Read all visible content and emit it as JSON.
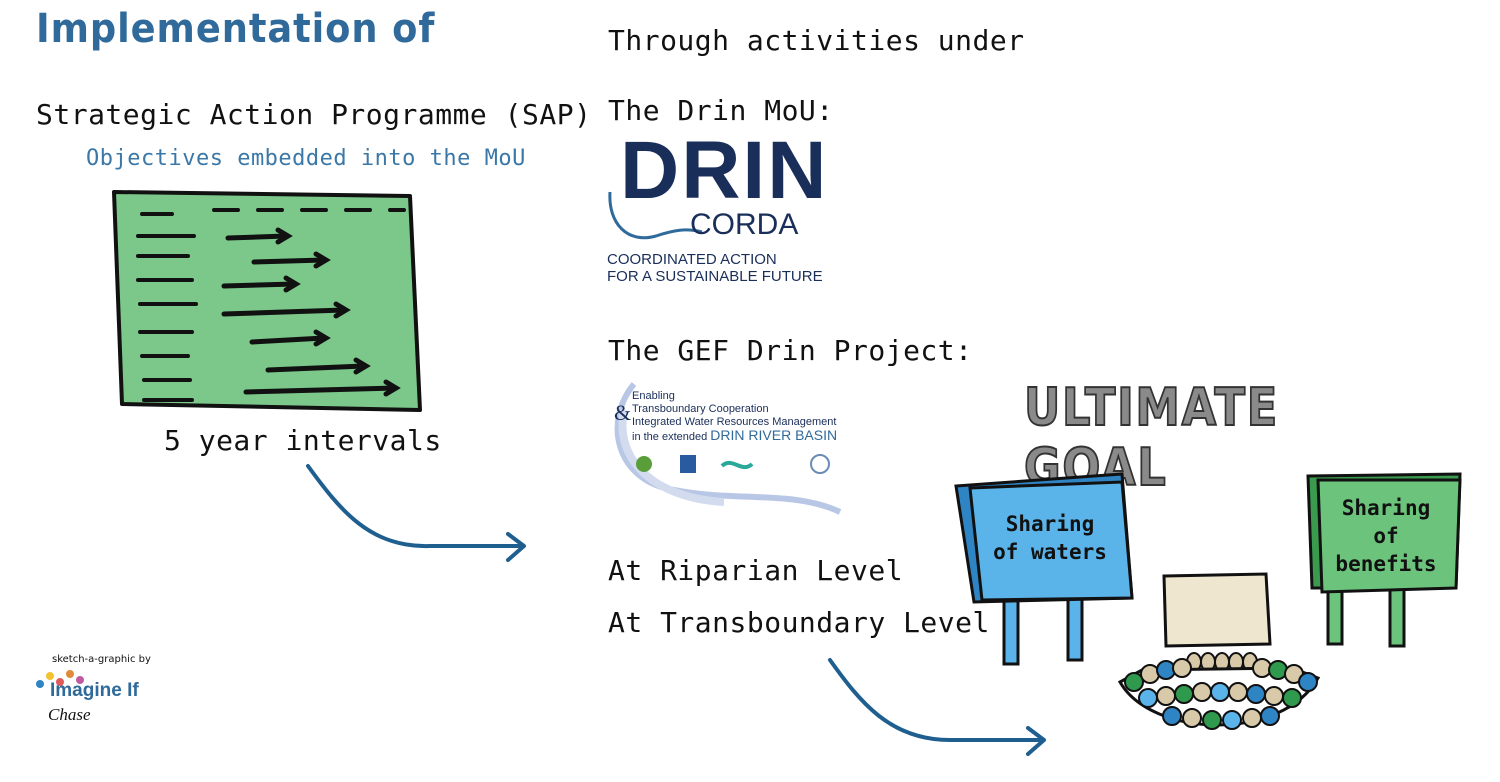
{
  "left": {
    "title": "Implementation of",
    "sap": "Strategic Action Programme (SAP)",
    "objectives": "Objectives embedded into the MoU",
    "intervals": "5 year intervals"
  },
  "middle": {
    "through": "Through activities under",
    "mou_heading": "The Drin MoU:",
    "drin_logo": {
      "name": "DRIN",
      "sub": "CORDA",
      "tagline_1": "COORDINATED ACTION",
      "tagline_2": "FOR A SUSTAINABLE FUTURE"
    },
    "gef_heading": "The GEF Drin Project:",
    "gef_logo": {
      "amp": "&",
      "line_1": "Enabling",
      "line_2": "Transboundary Cooperation",
      "line_3": "Integrated Water Resources Management",
      "line_4": "in the extended",
      "basin": "DRIN RIVER BASIN"
    },
    "riparian": "At Riparian Level",
    "transboundary": "At Transboundary Level"
  },
  "right": {
    "goal": "ULTIMATE GOAL",
    "sign_waters": [
      "Sharing",
      "of waters"
    ],
    "sign_benefits": [
      "Sharing",
      "of",
      "benefits"
    ]
  },
  "credit": {
    "by": "sketch-a-graphic by",
    "brand": "Imagine If",
    "artist": "Chase"
  },
  "colors": {
    "title_blue": "#2f6a9a",
    "sap_green": "#7bc88a",
    "sign_blue": "#5ab4ea",
    "sign_green": "#6cc47c",
    "arrow_blue": "#1f5f8f"
  }
}
